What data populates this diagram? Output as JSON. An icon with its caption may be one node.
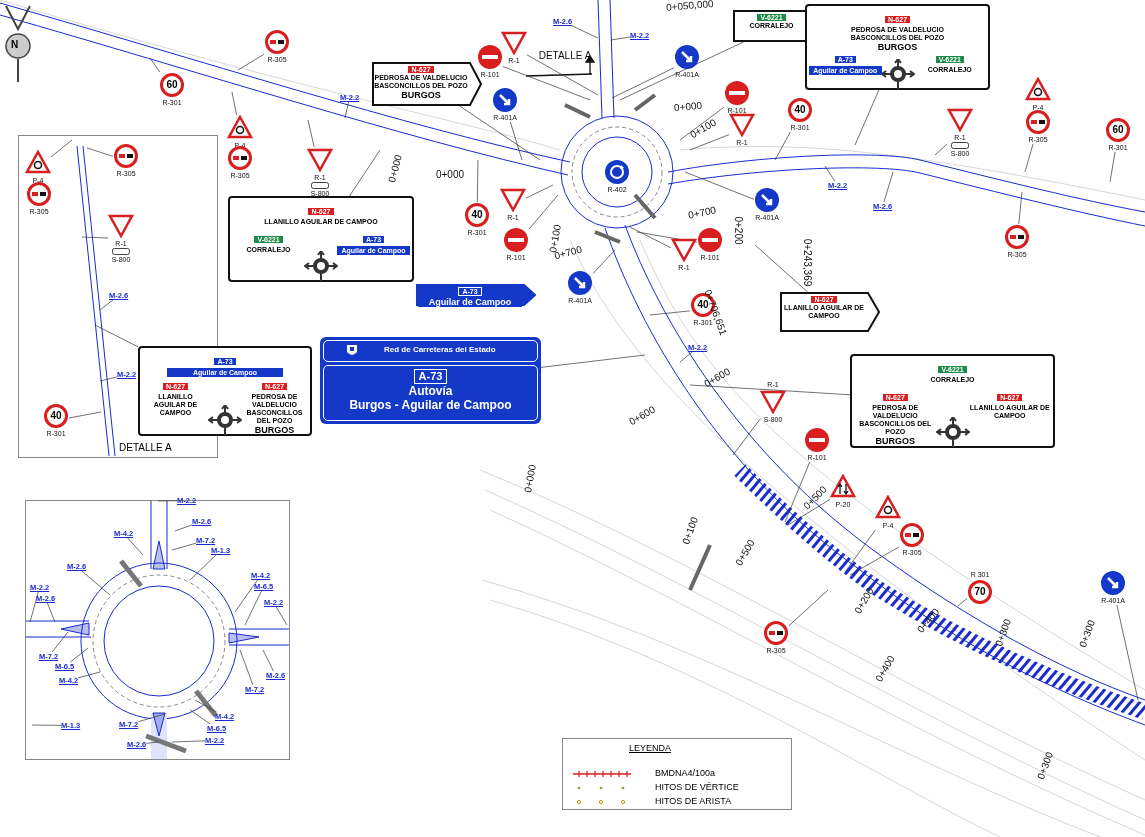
{
  "diagram": {
    "nodes": [
      {
        "text": [
          "R-305"
        ]
      },
      {
        "text": [
          "60",
          "R-301"
        ]
      },
      {
        "text": [
          "M-2.2"
        ]
      },
      {
        "text": [
          "P-4"
        ]
      },
      {
        "text": [
          "R-305"
        ]
      },
      {
        "text": [
          "R-1",
          "S-800"
        ]
      },
      {
        "text": [
          "N-627",
          "PEDROSA DE VALDELUCIO BASCONCILLOS DEL POZO",
          "BURGOS"
        ]
      },
      {
        "text": [
          "R-101"
        ]
      },
      {
        "text": [
          "R-1"
        ]
      },
      {
        "text": [
          "R-401A"
        ]
      },
      {
        "text": [
          "M-2.6"
        ]
      },
      {
        "text": [
          "M-2.2"
        ]
      },
      {
        "text": [
          "V-6221",
          "CORRALEJO"
        ]
      },
      {
        "text": [
          "N-627",
          "PEDROSA DE VALDELUCIO BASCONCILLOS DEL POZO",
          "BURGOS",
          "A-73",
          "Aguilar de Campoo",
          "V-6221",
          "CORRALEJO"
        ]
      },
      {
        "text": [
          "R-401A"
        ]
      },
      {
        "text": [
          "R-101"
        ]
      },
      {
        "text": [
          "R-1"
        ]
      },
      {
        "text": [
          "40",
          "R-301"
        ]
      },
      {
        "text": [
          "R-402"
        ]
      },
      {
        "text": [
          "R-1",
          "S-800"
        ]
      },
      {
        "text": [
          "P-4"
        ]
      },
      {
        "text": [
          "R-305"
        ]
      },
      {
        "text": [
          "60",
          "R-301"
        ]
      },
      {
        "text": [
          "M-2.2"
        ]
      },
      {
        "text": [
          "M-2.6"
        ]
      },
      {
        "text": [
          "R-305"
        ]
      },
      {
        "text": [
          "N-627",
          "LLANILLO AGUILAR DE CAMPOO",
          "V-6221",
          "CORRALEJO",
          "A-73",
          "Aguilar de Campoo"
        ]
      },
      {
        "text": [
          "40",
          "R-301"
        ]
      },
      {
        "text": [
          "R-1"
        ]
      },
      {
        "text": [
          "R-101"
        ]
      },
      {
        "text": [
          "R-401A"
        ]
      },
      {
        "text": [
          "R-1"
        ]
      },
      {
        "text": [
          "R-101"
        ]
      },
      {
        "text": [
          "R-401A"
        ]
      },
      {
        "text": [
          "A-73",
          "Aguilar de Campoo"
        ]
      },
      {
        "text": [
          "40",
          "R-301"
        ]
      },
      {
        "text": [
          "N-627",
          "LLANILLO AGUILAR DE CAMPOO"
        ]
      },
      {
        "text": [
          "Red de Carreteras del Estado",
          "A-73",
          "Autovía",
          "Burgos - Aguilar de Campoo"
        ]
      },
      {
        "text": [
          "M-2.2"
        ]
      },
      {
        "text": [
          "V-6221",
          "CORRALEJO",
          "N-627",
          "PEDROSA DE VALDELUCIO BASCONCILLOS DEL POZO",
          "BURGOS",
          "N-627",
          "LLANILLO AGUILAR DE CAMPOO"
        ]
      },
      {
        "text": [
          "R-1",
          "S-800"
        ]
      },
      {
        "text": [
          "R-101"
        ]
      },
      {
        "text": [
          "P-20"
        ]
      },
      {
        "text": [
          "P-4"
        ]
      },
      {
        "text": [
          "R-305"
        ]
      },
      {
        "text": [
          "R 301",
          "70"
        ]
      },
      {
        "text": [
          "R-401A"
        ]
      },
      {
        "text": [
          "R-305"
        ]
      },
      {
        "text": [
          "DETALLE A"
        ]
      },
      {
        "text": [
          "P-4"
        ],
        "in": 48
      },
      {
        "text": [
          "R-305"
        ],
        "in": 48
      },
      {
        "text": [
          "R-305"
        ],
        "in": 48
      },
      {
        "text": [
          "R-1",
          "S-800"
        ],
        "in": 48
      },
      {
        "text": [
          "M-2.6"
        ],
        "in": 48
      },
      {
        "text": [
          "A-73",
          "Aguilar de Campoo",
          "N-627",
          "LLANILLO AGUILAR DE CAMPOO",
          "N-627",
          "PEDROSA DE VALDELUCIO BASCONCILLOS DEL POZO",
          "BURGOS"
        ]
      },
      {
        "text": [
          "M-2.2"
        ],
        "in": 48
      },
      {
        "text": [
          "40",
          "R-301"
        ],
        "in": 48
      },
      {
        "text": [],
        "shape": "box"
      },
      {
        "text": [
          "M-2.2"
        ],
        "in": 57
      },
      {
        "text": [
          "M-2.6"
        ],
        "in": 57
      },
      {
        "text": [
          "M-4.2"
        ],
        "in": 57
      },
      {
        "text": [
          "M-7.2"
        ],
        "in": 57
      },
      {
        "text": [
          "M-1.3"
        ],
        "in": 57
      },
      {
        "text": [
          "M-2.6"
        ],
        "in": 57
      },
      {
        "text": [
          "M-4.2"
        ],
        "in": 57
      },
      {
        "text": [
          "M-6.5"
        ],
        "in": 57
      },
      {
        "text": [
          "M-2.2"
        ],
        "in": 57
      },
      {
        "text": [
          "M-2.2"
        ],
        "in": 57
      },
      {
        "text": [
          "M-2.6"
        ],
        "in": 57
      },
      {
        "text": [
          "M-7.2"
        ],
        "in": 57
      },
      {
        "text": [
          "M-6.5"
        ],
        "in": 57
      },
      {
        "text": [
          "M-4.2"
        ],
        "in": 57
      },
      {
        "text": [
          "M-2.6"
        ],
        "in": 57
      },
      {
        "text": [
          "M-7.2"
        ],
        "in": 57
      },
      {
        "text": [
          "M-4.2"
        ],
        "in": 57
      },
      {
        "text": [
          "M-1.3"
        ],
        "in": 57
      },
      {
        "text": [
          "M-7.2"
        ],
        "in": 57
      },
      {
        "text": [
          "M-6.5"
        ],
        "in": 57
      },
      {
        "text": [
          "M-2.2"
        ],
        "in": 57
      },
      {
        "text": [
          "M-2.6"
        ],
        "in": 57
      }
    ],
    "edges": [
      {
        "from": 0,
        "to": null,
        "arrow": "none"
      },
      {
        "from": 1,
        "to": null,
        "arrow": "none"
      },
      {
        "from": 2,
        "to": null,
        "arrow": "none"
      },
      {
        "from": 3,
        "to": null,
        "arrow": "none"
      },
      {
        "from": 5,
        "to": null,
        "arrow": "none"
      },
      {
        "from": 6,
        "to": null,
        "arrow": "none"
      },
      {
        "from": 7,
        "to": null,
        "arrow": "none"
      },
      {
        "from": 8,
        "to": null,
        "arrow": "none"
      },
      {
        "from": 9,
        "to": null,
        "arrow": "none"
      },
      {
        "from": 10,
        "to": null,
        "arrow": "none"
      },
      {
        "from": 11,
        "to": null,
        "arrow": "none"
      },
      {
        "from": 12,
        "to": null,
        "arrow": "none"
      },
      {
        "from": 13,
        "to": null,
        "arrow": "none"
      },
      {
        "from": 14,
        "to": null,
        "arrow": "none"
      },
      {
        "from": 15,
        "to": null,
        "arrow": "none"
      },
      {
        "from": 16,
        "to": null,
        "arrow": "none"
      },
      {
        "from": 17,
        "to": null,
        "arrow": "none"
      },
      {
        "from": 19,
        "to": null,
        "arrow": "none"
      },
      {
        "from": 21,
        "to": null,
        "arrow": "none"
      },
      {
        "from": 22,
        "to": null,
        "arrow": "none"
      },
      {
        "from": 23,
        "to": null,
        "arrow": "none"
      },
      {
        "from": 24,
        "to": null,
        "arrow": "none"
      },
      {
        "from": 25,
        "to": null,
        "arrow": "none"
      },
      {
        "from": 26,
        "to": null,
        "arrow": "none"
      },
      {
        "from": 27,
        "to": null,
        "arrow": "none"
      },
      {
        "from": 28,
        "to": null,
        "arrow": "none"
      },
      {
        "from": 29,
        "to": null,
        "arrow": "none"
      },
      {
        "from": 30,
        "to": null,
        "arrow": "none"
      },
      {
        "from": 31,
        "to": null,
        "arrow": "none"
      },
      {
        "from": 32,
        "to": null,
        "arrow": "none"
      },
      {
        "from": 33,
        "to": null,
        "arrow": "none"
      },
      {
        "from": 35,
        "to": null,
        "arrow": "none"
      },
      {
        "from": 36,
        "to": null,
        "arrow": "none"
      },
      {
        "from": 37,
        "to": null,
        "arrow": "none"
      },
      {
        "from": 38,
        "to": null,
        "arrow": "none"
      },
      {
        "from": 39,
        "to": null,
        "arrow": "none"
      },
      {
        "from": 40,
        "to": null,
        "arrow": "none"
      },
      {
        "from": 41,
        "to": null,
        "arrow": "none"
      },
      {
        "from": 42,
        "to": null,
        "arrow": "none"
      },
      {
        "from": 43,
        "to": null,
        "arrow": "none"
      },
      {
        "from": 44,
        "to": null,
        "arrow": "none"
      },
      {
        "from": 45,
        "to": null,
        "arrow": "none"
      },
      {
        "from": 46,
        "to": null,
        "arrow": "none"
      },
      {
        "from": 47,
        "to": null,
        "arrow": "none"
      },
      {
        "from": 49,
        "to": null,
        "arrow": "none"
      },
      {
        "from": 51,
        "to": null,
        "arrow": "none"
      },
      {
        "from": 52,
        "to": null,
        "arrow": "none"
      },
      {
        "from": 53,
        "to": null,
        "arrow": "none"
      },
      {
        "from": 54,
        "to": null,
        "arrow": "none"
      },
      {
        "from": 55,
        "to": null,
        "arrow": "none"
      },
      {
        "from": 56,
        "to": null,
        "arrow": "none"
      },
      {
        "from": 58,
        "to": null,
        "arrow": "none"
      },
      {
        "from": 59,
        "to": null,
        "arrow": "none"
      },
      {
        "from": 60,
        "to": null,
        "arrow": "none"
      },
      {
        "from": 61,
        "to": null,
        "arrow": "none"
      },
      {
        "from": 62,
        "to": null,
        "arrow": "none"
      },
      {
        "from": 63,
        "to": null,
        "arrow": "none"
      },
      {
        "from": 64,
        "to": null,
        "arrow": "none"
      },
      {
        "from": 65,
        "to": null,
        "arrow": "none"
      },
      {
        "from": 66,
        "to": null,
        "arrow": "none"
      },
      {
        "from": 67,
        "to": null,
        "arrow": "none"
      },
      {
        "from": 68,
        "to": null,
        "arrow": "none"
      },
      {
        "from": 69,
        "to": null,
        "arrow": "none"
      },
      {
        "from": 70,
        "to": null,
        "arrow": "none"
      },
      {
        "from": 71,
        "to": null,
        "arrow": "none"
      },
      {
        "from": 72,
        "to": null,
        "arrow": "none"
      },
      {
        "from": 73,
        "to": null,
        "arrow": "none"
      },
      {
        "from": 74,
        "to": null,
        "arrow": "none"
      },
      {
        "from": 75,
        "to": null,
        "arrow": "none"
      },
      {
        "from": 76,
        "to": null,
        "arrow": "none"
      },
      {
        "from": 77,
        "to": null,
        "arrow": "none"
      },
      {
        "from": 78,
        "to": null,
        "arrow": "none"
      },
      {
        "from": 79,
        "to": null,
        "arrow": "none"
      }
    ],
    "labels": [
      "N",
      "DETALLE A",
      "0+050,000",
      "0+000",
      "0+100",
      "0+000",
      "0+000",
      "0+100",
      "0+200",
      "0+243,369",
      "0+700",
      "0+700",
      "0+706,651",
      "0+600",
      "0+600",
      "0+000",
      "0+100",
      "0+500",
      "0+500",
      "0+200",
      "0+400",
      "0+400",
      "0+300",
      "0+300",
      "0+300",
      "LEYENDA"
    ],
    "legend": [
      {
        "text": "BMDNA4/100a"
      },
      {
        "text": "HITOS DE VÉRTICE"
      },
      {
        "text": "HITOS DE ARISTA"
      }
    ]
  }
}
